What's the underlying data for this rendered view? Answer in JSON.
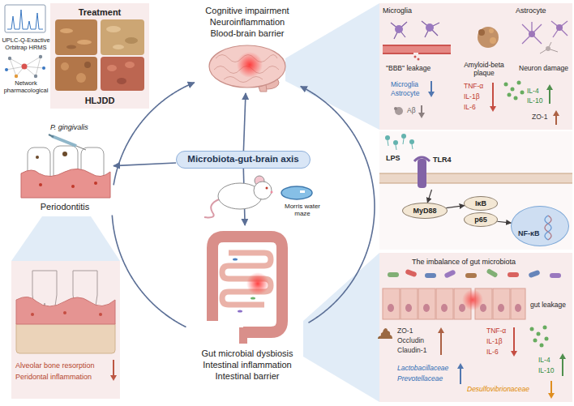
{
  "diagram": {
    "nodes": [
      {
        "text": [
          "Treatment",
          "HLJDD"
        ]
      },
      {
        "text": [
          "Microbiota-gut-brain axis"
        ]
      },
      {
        "text": [
          "Cognitive impairment",
          "Neuroinflammation",
          "Blood-brain barrier"
        ]
      },
      {
        "text": [
          "Periodontitis"
        ]
      },
      {
        "text": [
          "Alveolar bone resorption",
          "Peridontal inflammation"
        ]
      },
      {
        "text": [
          "Gut microbial dysbiosis",
          "Intestinal inflammation",
          "Intestinal barrier"
        ]
      },
      {
        "text": [
          "Microglia",
          "Astrocyte",
          "\"BBB\" leakage",
          "Amyloid-beta plaque",
          "Neuron damage",
          "Microglia",
          "Astrocyte",
          "Aβ",
          "TNF-α",
          "IL-1β",
          "IL-6",
          "IL-4",
          "IL-10",
          "ZO-1"
        ]
      },
      {
        "text": [
          "LPS"
        ]
      },
      {
        "text": [
          "TLR4"
        ],
        "in": 7
      },
      {
        "text": [
          "MyD88"
        ],
        "in": 7
      },
      {
        "text": [
          "IκB"
        ],
        "in": 7
      },
      {
        "text": [
          "p65"
        ],
        "in": 7
      },
      {
        "text": [
          "NF-κB"
        ],
        "in": 7
      },
      {
        "text": [
          "The imbalance of gut microbiota",
          "gut leakage",
          "ZO-1",
          "Occludin",
          "Claudin-1",
          "TNF-α",
          "IL-1β",
          "IL-6",
          "IL-4",
          "IL-10",
          "Lactobacillaceae",
          "Prevotellaceae",
          "Desulfovibrionaceae"
        ]
      }
    ],
    "edges": [
      {
        "from": 1,
        "to": 2,
        "arrow": "to"
      },
      {
        "from": 1,
        "to": 3,
        "arrow": "to"
      },
      {
        "from": 1,
        "to": 5,
        "arrow": "to"
      },
      {
        "from": 3,
        "to": 2,
        "arrow": "to"
      },
      {
        "from": 5,
        "to": 2,
        "arrow": "to"
      },
      {
        "from": 3,
        "to": 5,
        "arrow": "none"
      },
      {
        "from": 8,
        "to": 9,
        "arrow": "to"
      },
      {
        "from": 9,
        "to": 10,
        "arrow": "to"
      },
      {
        "from": 11,
        "to": 12,
        "arrow": "to"
      }
    ],
    "labels": [
      "UPLC-Q-Exactive Orbitrap HRMS",
      "Network pharmacological",
      "P. gingivalis",
      "Morris water maze"
    ]
  }
}
